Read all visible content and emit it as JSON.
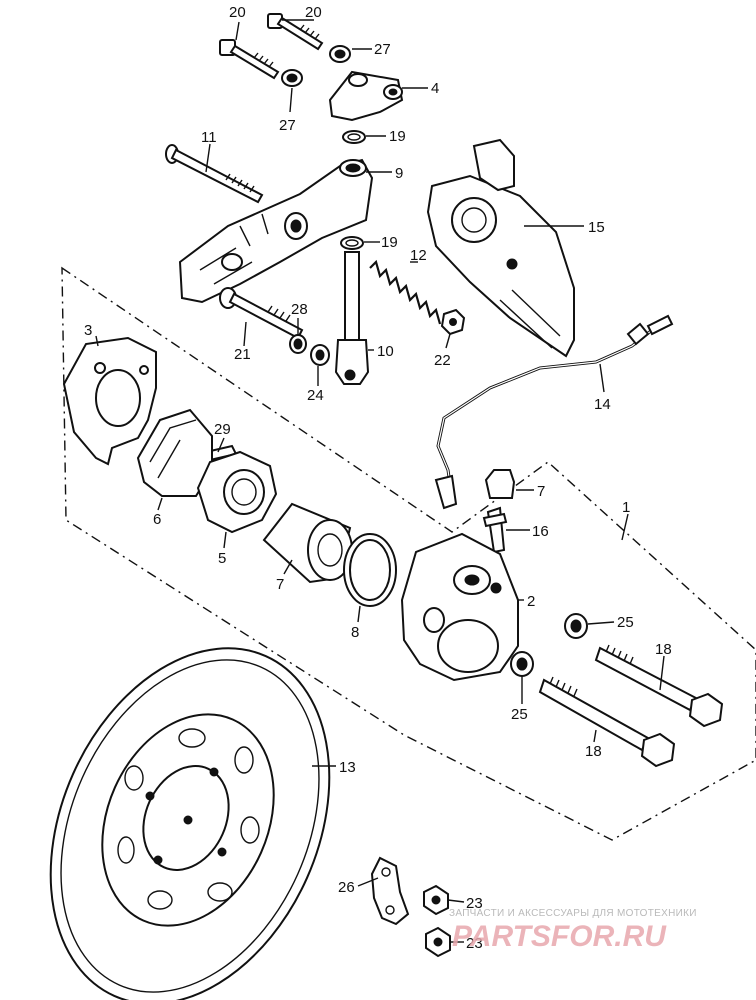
{
  "callouts": {
    "c20a": "20",
    "c20b": "20",
    "c27a": "27",
    "c27b": "27",
    "c4": "4",
    "c19a": "19",
    "c11": "11",
    "c9": "9",
    "c15": "15",
    "c19b": "19",
    "c12": "12",
    "c3": "3",
    "c28": "28",
    "c21": "21",
    "c10": "10",
    "c22": "22",
    "c24": "24",
    "c29": "29",
    "c14": "14",
    "c6": "6",
    "c1": "1",
    "c5": "5",
    "c7a": "7",
    "c16": "16",
    "c7b": "7",
    "c2": "2",
    "c8": "8",
    "c25a": "25",
    "c18a": "18",
    "c25b": "25",
    "c18b": "18",
    "c13": "13",
    "c26": "26",
    "c23a": "23",
    "c23b": "23"
  },
  "watermark": {
    "tagline": "ЗАПЧАСТИ И АКСЕССУАРЫ ДЛЯ МОТОТЕХНИКИ",
    "brand": "PARTSFOR.RU"
  }
}
